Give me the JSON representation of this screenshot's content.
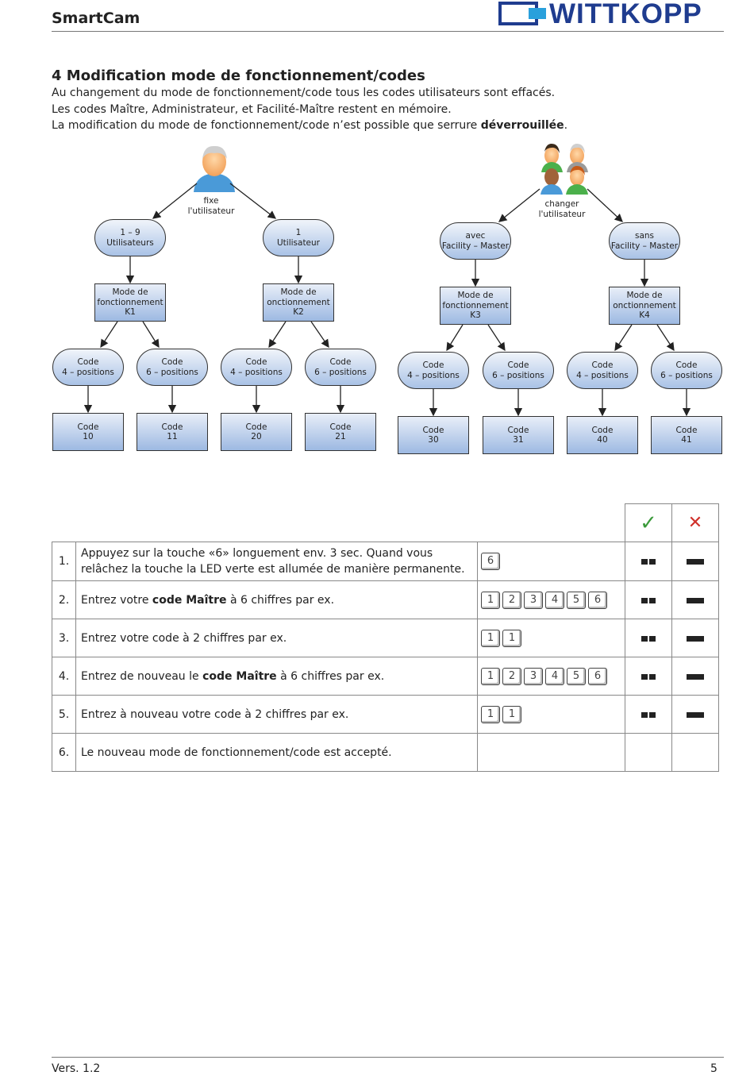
{
  "header": {
    "title": "SmartCam",
    "logo_text": "WITTKOPP"
  },
  "section": {
    "title": "4 Modification mode de fonctionnement/codes",
    "lines": [
      "Au changement du mode de fonctionnement/code tous les codes utilisateurs sont effacés.",
      "Les codes Maître, Administrateur, et Facilité-Maître restent en mémoire.",
      "La modification du mode de fonctionnement/code n’est possible que serrure "
    ],
    "bold_end": "déverrouillée",
    "line3_end": "."
  },
  "flow": {
    "left_caption": [
      "fixe",
      "l'utilisateur"
    ],
    "right_caption": [
      "changer",
      "l'utilisateur"
    ],
    "level1": [
      [
        "1 – 9",
        "Utilisateurs"
      ],
      [
        "1",
        "Utilisateur"
      ],
      [
        "avec",
        "Facility – Master"
      ],
      [
        "sans",
        "Facility – Master"
      ]
    ],
    "level2": [
      [
        "Mode de",
        "fonctionnement",
        "K1"
      ],
      [
        "Mode de",
        "onctionnement",
        "K2"
      ],
      [
        "Mode de",
        "fonctionnement",
        "K3"
      ],
      [
        "Mode de",
        "onctionnement",
        "K4"
      ]
    ],
    "level3": [
      [
        "Code",
        "4 – positions"
      ],
      [
        "Code",
        "6 – positions"
      ],
      [
        "Code",
        "4 – positions"
      ],
      [
        "Code",
        "6 – positions"
      ],
      [
        "Code",
        "4 – positions"
      ],
      [
        "Code",
        "6 – positions"
      ],
      [
        "Code",
        "4 – positions"
      ],
      [
        "Code",
        "6 – positions"
      ]
    ],
    "level4": [
      [
        "Code",
        "10"
      ],
      [
        "Code",
        "11"
      ],
      [
        "Code",
        "20"
      ],
      [
        "Code",
        "21"
      ],
      [
        "Code",
        "30"
      ],
      [
        "Code",
        "31"
      ],
      [
        "Code",
        "40"
      ],
      [
        "Code",
        "41"
      ]
    ]
  },
  "table": {
    "ok_symbol": "✓",
    "fail_symbol": "✕",
    "ok_color": "#3a9a3a",
    "fail_color": "#d0302a",
    "rows": [
      {
        "num": "1.",
        "parts": [
          "Appuyez sur la touche «6» longuement env. 3 sec. Quand vous relâchez la touche la LED verte est allumée de manière permanente."
        ],
        "keys": [
          "6"
        ],
        "indicators": true
      },
      {
        "num": "2.",
        "parts": [
          " Entrez votre ",
          "code Maître",
          " à 6 chiffres par ex."
        ],
        "keys": [
          "1",
          "2",
          "3",
          "4",
          "5",
          "6"
        ],
        "indicators": true
      },
      {
        "num": "3.",
        "parts": [
          "Entrez votre code à 2 chiffres par ex."
        ],
        "keys": [
          "1",
          "1"
        ],
        "indicators": true
      },
      {
        "num": "4.",
        "parts": [
          "Entrez de nouveau le ",
          "code Maître",
          " à 6 chiffres par ex."
        ],
        "keys": [
          "1",
          "2",
          "3",
          "4",
          "5",
          "6"
        ],
        "indicators": true
      },
      {
        "num": "5.",
        "parts": [
          "Entrez à nouveau votre code à 2 chiffres par ex."
        ],
        "keys": [
          "1",
          "1"
        ],
        "indicators": true
      },
      {
        "num": "6.",
        "parts": [
          "Le nouveau mode de fonctionnement/code est accepté."
        ],
        "keys": [],
        "indicators": false
      }
    ]
  },
  "footer": {
    "version": "Vers. 1.2",
    "page": "5"
  }
}
